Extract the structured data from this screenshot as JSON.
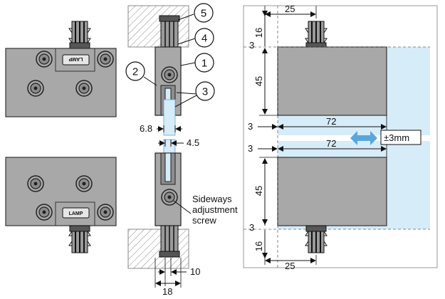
{
  "logo_text": "LAMP",
  "callouts": [
    "1",
    "2",
    "3",
    "4",
    "5"
  ],
  "dims": {
    "gap_6_8": "6.8",
    "gap_4_5": "4.5",
    "d10": "10",
    "d18": "18",
    "top25": "25",
    "top16": "16",
    "top3": "3",
    "h45_top": "45",
    "left3_upper": "3",
    "w72_upper": "72",
    "tolerance": "±3mm",
    "left3_lower": "3",
    "w72_lower": "72",
    "h45_bottom": "45",
    "bot3": "3",
    "bot16": "16",
    "bot25": "25"
  },
  "note_lines": [
    "Sideways",
    "adjustment",
    "screw"
  ],
  "colors": {
    "metal": "#a8a8a8",
    "metal_dark": "#8c8c8c",
    "glass": "#d6ecf8",
    "arrow": "#5aa6dc",
    "hatch": "#888888"
  }
}
